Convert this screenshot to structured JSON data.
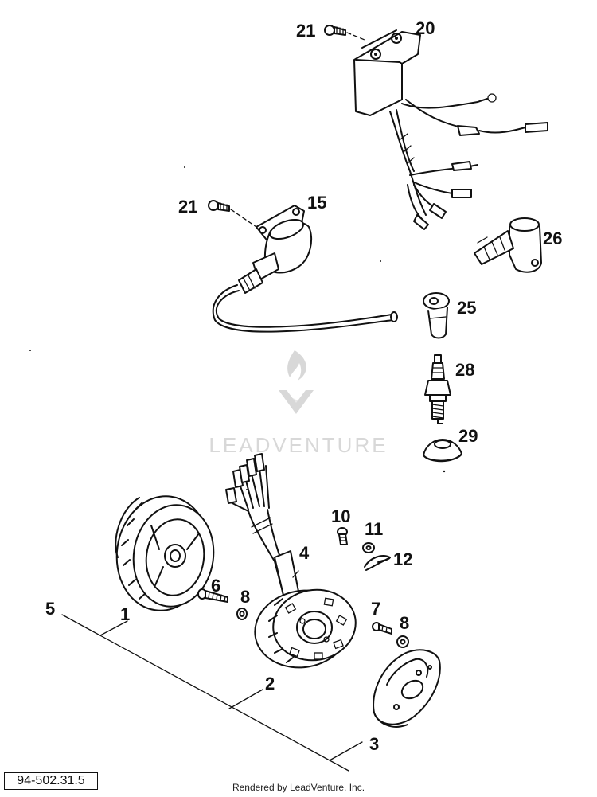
{
  "callouts": {
    "c20": "20",
    "c21a": "21",
    "c21b": "21",
    "c15": "15",
    "c26": "26",
    "c25": "25",
    "c28": "28",
    "c29": "29",
    "c10": "10",
    "c11": "11",
    "c12": "12",
    "c4": "4",
    "c6": "6",
    "c8a": "8",
    "c5": "5",
    "c1": "1",
    "c7": "7",
    "c8b": "8",
    "c2": "2",
    "c3": "3"
  },
  "watermark": {
    "text": "LEADVENTURE"
  },
  "footer": {
    "ref_number": "94-502.31.5",
    "rendered_by": "Rendered by LeadVenture, Inc."
  }
}
